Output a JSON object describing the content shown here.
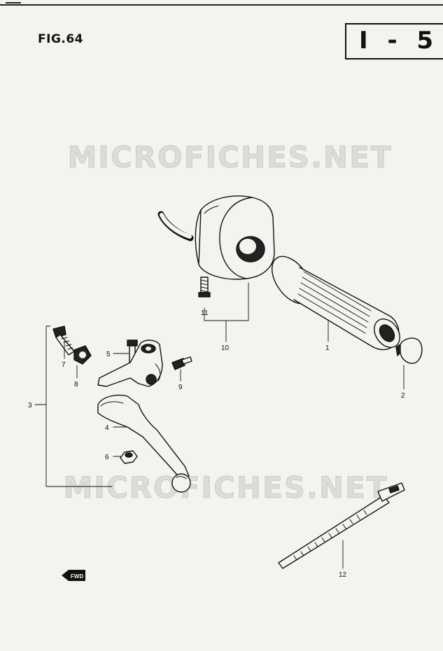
{
  "figure": {
    "label": "FIG.64"
  },
  "section": {
    "code": "I - 5"
  },
  "watermark": {
    "text": "MICROFICHES.NET"
  },
  "fwd_marker": {
    "label": "FWD"
  },
  "callouts": [
    {
      "number": "1",
      "part": "grip"
    },
    {
      "number": "2",
      "part": "grip-end-cap"
    },
    {
      "number": "3",
      "part": "lever-holder-assembly"
    },
    {
      "number": "4",
      "part": "clutch-lever"
    },
    {
      "number": "5",
      "part": "lever-pivot-bolt"
    },
    {
      "number": "6",
      "part": "pivot-nut"
    },
    {
      "number": "7",
      "part": "holder-bolt"
    },
    {
      "number": "8",
      "part": "adjuster-nut"
    },
    {
      "number": "9",
      "part": "small-screw"
    },
    {
      "number": "10",
      "part": "handlebar-switch"
    },
    {
      "number": "11",
      "part": "switch-screw"
    },
    {
      "number": "12",
      "part": "cable-tie"
    }
  ]
}
